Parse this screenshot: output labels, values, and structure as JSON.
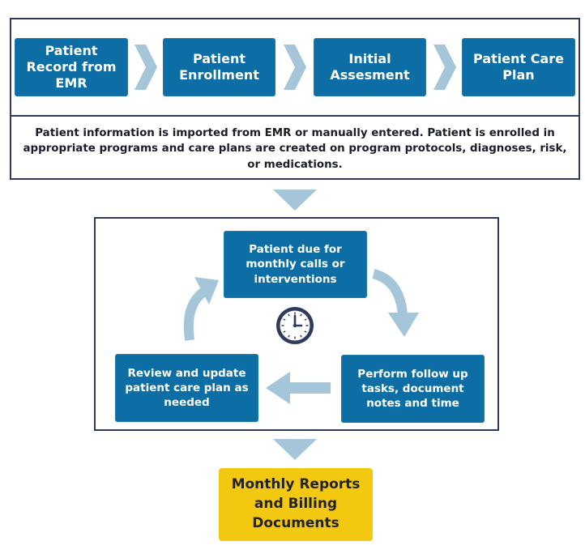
{
  "colors": {
    "box_blue": "#0d6ea6",
    "arrow_light_blue": "#a4c6d8",
    "frame_navy": "#2f3a5c",
    "report_yellow": "#f2c811"
  },
  "top_steps": [
    {
      "label": "Patient Record from EMR"
    },
    {
      "label": "Patient Enrollment"
    },
    {
      "label": "Initial Assesment"
    },
    {
      "label": "Patient Care Plan"
    }
  ],
  "description": "Patient information is imported from EMR or manually entered. Patient is enrolled in appropriate programs and care plans are created on program protocols, diagnoses, risk, or medications.",
  "cycle": {
    "due": "Patient due for monthly calls or interventions",
    "perform": "Perform follow up tasks, document notes and time",
    "review": "Review and update patient care plan as needed",
    "center_icon": "clock-icon"
  },
  "output": {
    "label": "Monthly Reports and Billing Documents"
  }
}
